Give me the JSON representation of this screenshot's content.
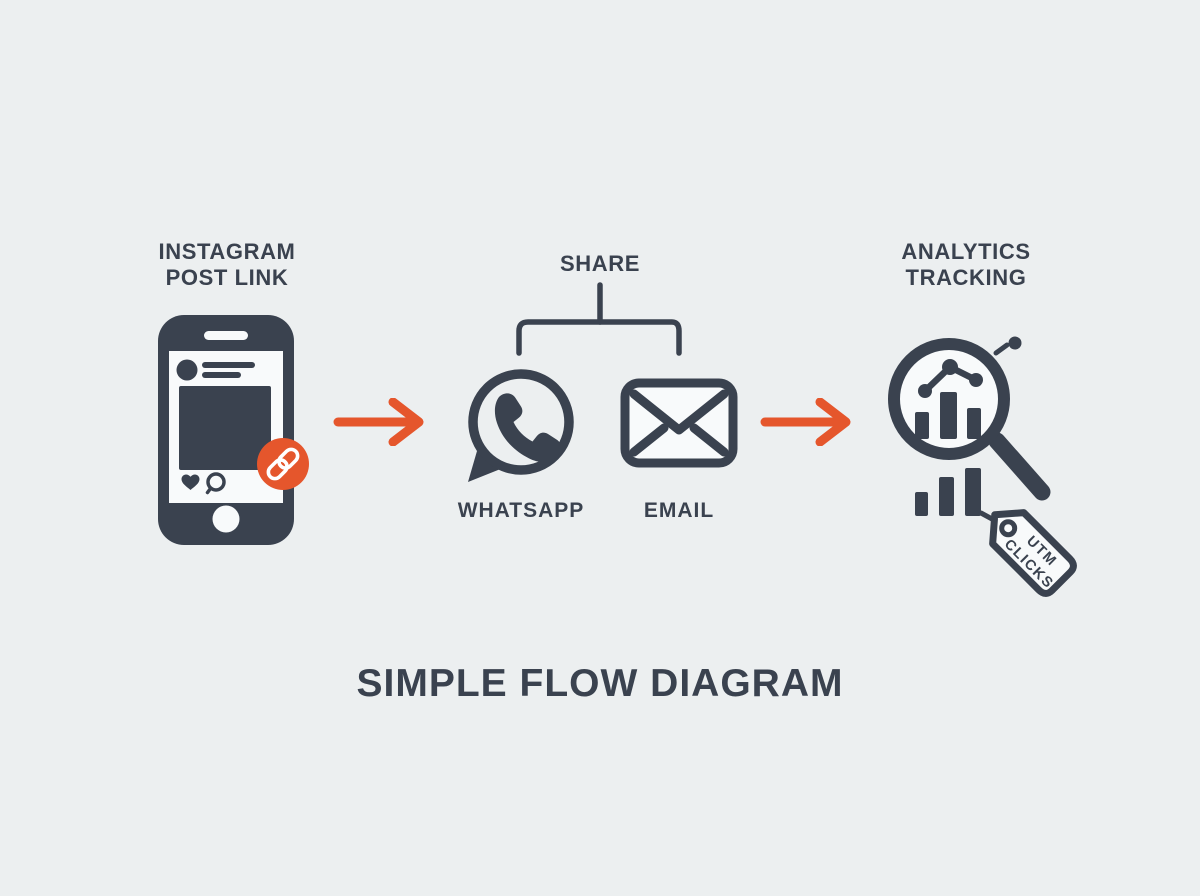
{
  "colors": {
    "background": "#eceff0",
    "ink": "#3a424f",
    "accent": "#e5562c",
    "panel": "#f8fafb"
  },
  "nodes": {
    "instagram": {
      "title": "INSTAGRAM\nPOST LINK"
    },
    "share": {
      "title": "SHARE",
      "channels": [
        {
          "label": "WHATSAPP"
        },
        {
          "label": "EMAIL"
        }
      ]
    },
    "analytics": {
      "title": "ANALYTICS\nTRACKING",
      "tag_line1": "UTM",
      "tag_line2": "CLICKS"
    }
  },
  "caption": "SIMPLE FLOW DIAGRAM",
  "icons": {
    "instagram_phone": "instagram-post-phone-icon",
    "link_badge": "link-badge-icon",
    "whatsapp": "whatsapp-icon",
    "email": "email-envelope-icon",
    "flow_arrow": "flow-arrow-icon",
    "share_connector": "share-branch-connector",
    "analytics": "magnifier-analytics-icon",
    "utm_tag": "utm-price-tag-icon"
  }
}
